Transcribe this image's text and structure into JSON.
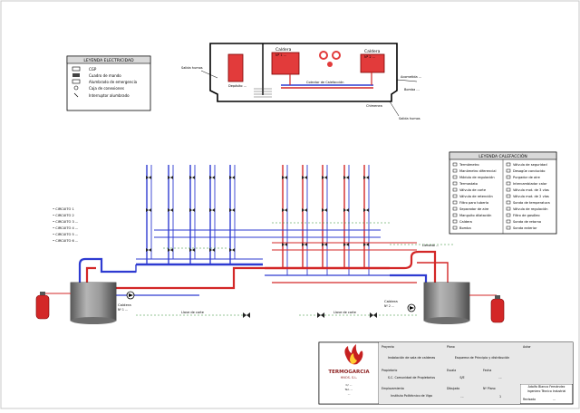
{
  "floorplan": {
    "label_caldera1": "Caldera",
    "label_caldera1_sub": "Nº 1 ...",
    "label_caldera2": "Caldera",
    "label_caldera2_sub": "Nº 2 ...",
    "label_tanque": "Depósito ...",
    "label_colector": "Colector de Calefacción",
    "label_entrada": "Acometida ...",
    "label_bomba": "Bomba ...",
    "label_salida_humos": "Salida humos",
    "label_chimenea": "Chimenea"
  },
  "legend_electricidad": {
    "title": "LEYENDA ELECTRICIDAD",
    "items": [
      "CGP",
      "Cuadro de mando",
      "Alumbrado de emergencia",
      "Caja de conexiones",
      "Interruptor alumbrado"
    ]
  },
  "legend_calefaccion": {
    "title": "LEYENDA CALEFACCIÓN",
    "left_items": [
      "Termómetro",
      "Manómetro diferencial",
      "Módulo de regulación",
      "Termostato",
      "Válvula de corte",
      "Válvula de retención",
      "Filtro para tubería",
      "Separador de aire",
      "Manguito dilatación",
      "Caldera",
      "Bomba"
    ],
    "right_items": [
      "Válvula de seguridad",
      "Desagüe conducido",
      "Purgador de aire",
      "Intercambiador calor",
      "Válvula mot. de 3 vías",
      "Válvula mot. de 2 vías",
      "Sonda de temperatura",
      "Válvula de regulación",
      "Filtro de gasóleo",
      "Sonda de retorno",
      "Sonda exterior"
    ]
  },
  "circuits_note": [
    "• CIRCUITO 1",
    "• CIRCUITO 2",
    "• CIRCUITO 3 ...",
    "• CIRCUITO 4 ...",
    "• CIRCUITO 5 ...",
    "• CIRCUITO 6 ..."
  ],
  "schematic": {
    "caldera_left_label": "Caldera",
    "caldera_left_sub": "Nº 1 ...",
    "caldera_right_label": "Caldera",
    "caldera_right_sub": "Nº 2 ...",
    "valve_label_left": "Llave de corte",
    "valve_label_right": "Llave de corte",
    "top_label": "Llenado ..."
  },
  "title_block": {
    "company": "TERMOGARCIA",
    "company_sub": "HNOS. S.L.",
    "address_lines": [
      "C/ ...",
      "Tel. ...",
      "..."
    ],
    "field_proyecto_label": "Proyecto",
    "field_proyecto_value": "Instalación de sala de calderas",
    "field_propietario_label": "Propietario",
    "field_propietario_value": "S.C. Comunidad de Propietarios",
    "field_emplazamiento_label": "Emplazamiento",
    "field_emplazamiento_value": "Instituto Politécnico de Vigo",
    "field_plano_label": "Plano",
    "field_plano_value": "Esquema de Principio y distribución",
    "field_escala_label": "Escala",
    "field_escala_value": "S/E",
    "field_fecha_label": "Fecha",
    "field_fecha_value": "...",
    "field_numero_label": "Nº Plano",
    "field_numero_value": "1",
    "field_autor_label": "Autor",
    "field_autor_value": "Adolfo Blanco Fernández",
    "field_autor_sub": "Ingeniero Técnico Industrial",
    "field_dibujado_label": "Dibujado",
    "field_dibujado_value": "...",
    "field_revisado_label": "Revisado",
    "field_revisado_value": "..."
  }
}
